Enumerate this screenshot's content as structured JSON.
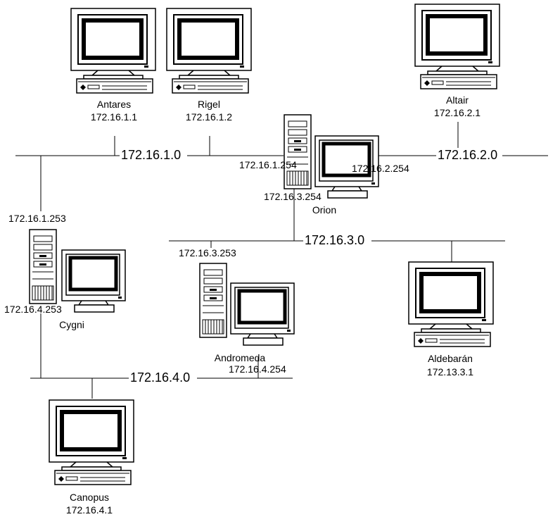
{
  "networks": {
    "net1": "172.16.1.0",
    "net2": "172.16.2.0",
    "net3": "172.16.3.0",
    "net4": "172.16.4.0"
  },
  "hosts": {
    "antares": {
      "name": "Antares",
      "ip": "172.16.1.1"
    },
    "rigel": {
      "name": "Rigel",
      "ip": "172.16.1.2"
    },
    "altair": {
      "name": "Altair",
      "ip": "172.16.2.1"
    },
    "aldebaran": {
      "name": "Aldebarán",
      "ip": "172.13.3.1"
    },
    "canopus": {
      "name": "Canopus",
      "ip": "172.16.4.1"
    }
  },
  "routers": {
    "orion": {
      "name": "Orion",
      "ips": [
        "172.16.1.254",
        "172.16.2.254",
        "172.16.3.254"
      ]
    },
    "cygni": {
      "name": "Cygni",
      "ips": [
        "172.16.1.253",
        "172.16.4.253"
      ]
    },
    "andromeda": {
      "name": "Andromeda",
      "ips": [
        "172.16.3.253",
        "172.16.4.254"
      ]
    }
  },
  "colors": {
    "line": "#000000",
    "background": "#ffffff"
  }
}
